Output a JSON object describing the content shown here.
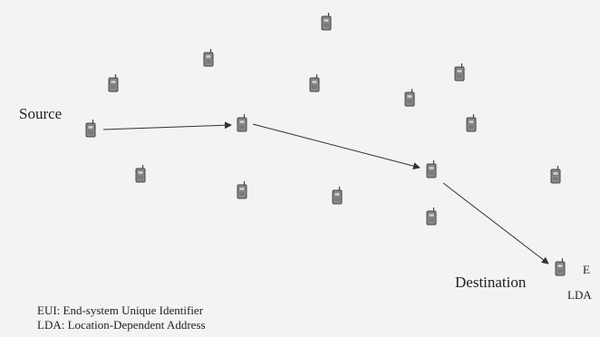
{
  "labels": {
    "source": "Source",
    "destination": "Destination",
    "clipped_eui": "E",
    "clipped_lda": "LDA"
  },
  "legend": {
    "eui": "EUI: End-system Unique Identifier",
    "lda": "LDA: Location-Dependent Address"
  },
  "colors": {
    "background": "#f3f3f3",
    "device_body": "#8a8a8a",
    "device_outline": "#444444",
    "arrow": "#333333"
  },
  "icons": [
    "mobile-device-icon"
  ]
}
